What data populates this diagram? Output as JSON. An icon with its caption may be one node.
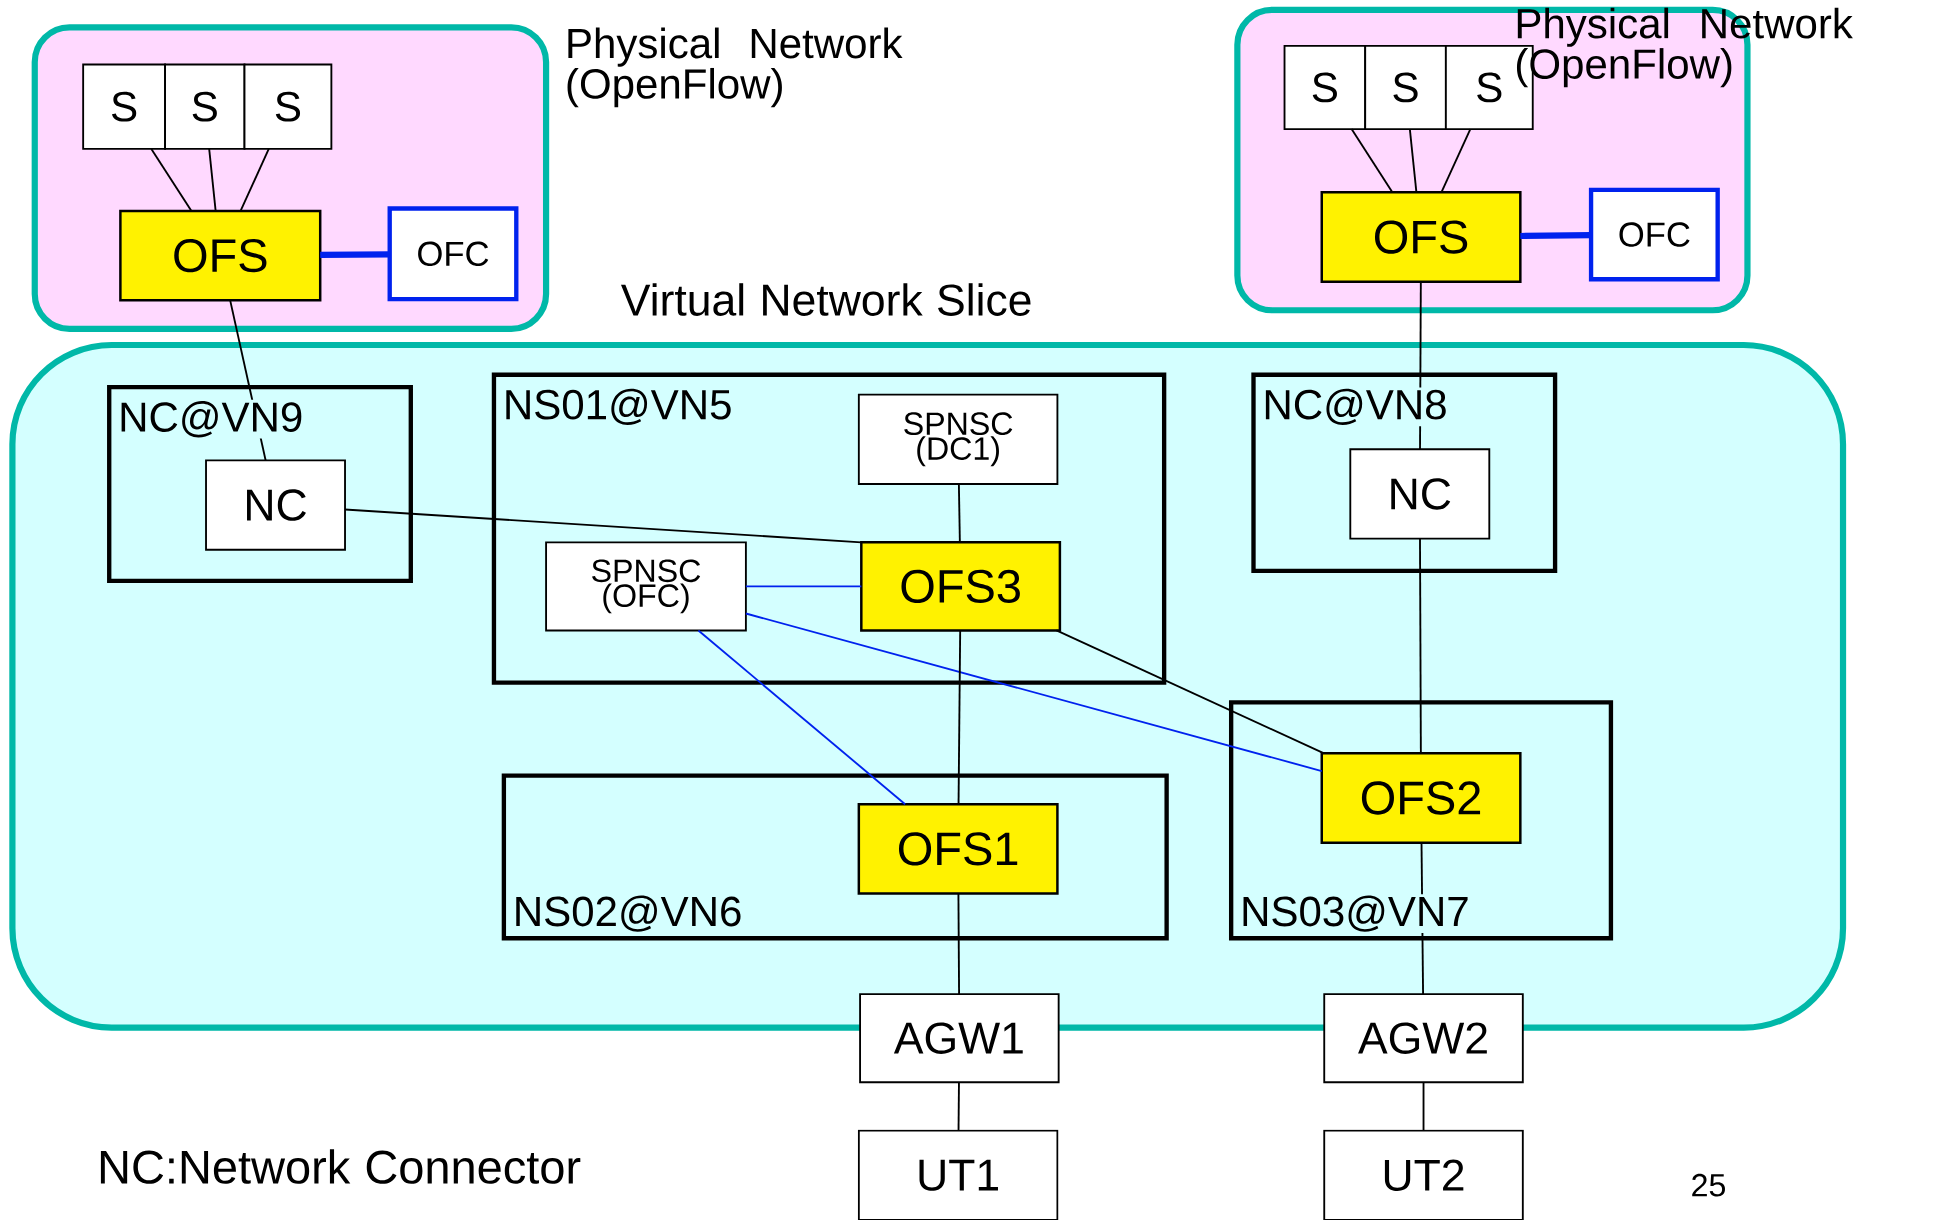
{
  "diagram": {
    "nodes": [
      {
        "text": [
          "Physical Network (OpenFlow)"
        ]
      },
      {
        "text": [
          "S"
        ],
        "in": 0
      },
      {
        "text": [
          "S"
        ],
        "in": 0
      },
      {
        "text": [
          "S"
        ],
        "in": 0
      },
      {
        "text": [
          "OFS"
        ],
        "in": 0
      },
      {
        "text": [
          "OFC"
        ],
        "in": 0
      },
      {
        "text": [
          "Physical Network (OpenFlow)"
        ]
      },
      {
        "text": [
          "S"
        ],
        "in": 6
      },
      {
        "text": [
          "S"
        ],
        "in": 6
      },
      {
        "text": [
          "S"
        ],
        "in": 6
      },
      {
        "text": [
          "OFS"
        ],
        "in": 6
      },
      {
        "text": [
          "OFC"
        ],
        "in": 6
      },
      {
        "text": [
          "Virtual Network Slice"
        ]
      },
      {
        "text": [
          "NC@VN9"
        ],
        "in": 12
      },
      {
        "text": [
          "NC"
        ],
        "in": 13
      },
      {
        "text": [
          "NS01@VN5"
        ],
        "in": 12
      },
      {
        "text": [
          "SPNSC (DC1)"
        ],
        "in": 15
      },
      {
        "text": [
          "SPNSC (OFC)"
        ],
        "in": 15
      },
      {
        "text": [
          "OFS3"
        ],
        "in": 15
      },
      {
        "text": [
          "NC@VN8"
        ],
        "in": 12
      },
      {
        "text": [
          "NC"
        ],
        "in": 19
      },
      {
        "text": [
          "NS02@VN6"
        ],
        "in": 12
      },
      {
        "text": [
          "OFS1"
        ],
        "in": 21
      },
      {
        "text": [
          "NS03@VN7"
        ],
        "in": 12
      },
      {
        "text": [
          "OFS2"
        ],
        "in": 23
      },
      {
        "text": [
          "AGW1"
        ]
      },
      {
        "text": [
          "AGW2"
        ]
      },
      {
        "text": [
          "UT1"
        ]
      },
      {
        "text": [
          "UT2"
        ]
      }
    ],
    "edges": [
      {
        "from": 1,
        "to": 4,
        "arrow": "none"
      },
      {
        "from": 2,
        "to": 4,
        "arrow": "none"
      },
      {
        "from": 3,
        "to": 4,
        "arrow": "none"
      },
      {
        "from": 4,
        "to": 5,
        "arrow": "none",
        "style": "thick",
        "color": "#0022ee"
      },
      {
        "from": 7,
        "to": 10,
        "arrow": "none"
      },
      {
        "from": 8,
        "to": 10,
        "arrow": "none"
      },
      {
        "from": 9,
        "to": 10,
        "arrow": "none"
      },
      {
        "from": 10,
        "to": 11,
        "arrow": "none",
        "style": "thick",
        "color": "#0022ee"
      },
      {
        "from": 4,
        "to": 14,
        "arrow": "none"
      },
      {
        "from": 10,
        "to": 20,
        "arrow": "none"
      },
      {
        "from": 14,
        "to": 18,
        "arrow": "none"
      },
      {
        "from": 16,
        "to": 18,
        "arrow": "none"
      },
      {
        "from": 17,
        "to": 18,
        "arrow": "none",
        "color": "#0022ee"
      },
      {
        "from": 17,
        "to": 24,
        "arrow": "none",
        "color": "#0022ee"
      },
      {
        "from": 17,
        "to": 22,
        "arrow": "none",
        "color": "#0022ee"
      },
      {
        "from": 18,
        "to": 22,
        "arrow": "none"
      },
      {
        "from": 18,
        "to": 24,
        "arrow": "none"
      },
      {
        "from": 20,
        "to": 24,
        "arrow": "none"
      },
      {
        "from": 22,
        "to": 25,
        "arrow": "none"
      },
      {
        "from": 24,
        "to": 26,
        "arrow": "none"
      },
      {
        "from": 25,
        "to": 27,
        "arrow": "none"
      },
      {
        "from": 26,
        "to": 28,
        "arrow": "none"
      }
    ],
    "labels": [
      "NC:Network Connector",
      "25"
    ]
  }
}
